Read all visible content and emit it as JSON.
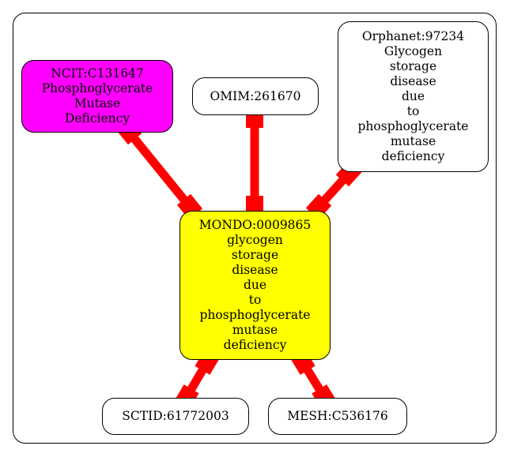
{
  "nodes": {
    "center": {
      "lines": [
        "MONDO:0009865",
        "glycogen",
        "storage",
        "disease",
        "due",
        "to",
        "phosphoglycerate",
        "mutase",
        "deficiency"
      ],
      "fill": "#ffff00"
    },
    "ncit": {
      "lines": [
        "NCIT:C131647",
        "Phosphoglycerate",
        "Mutase",
        "Deficiency"
      ],
      "fill": "#ff00ff"
    },
    "omim": {
      "lines": [
        "OMIM:261670"
      ],
      "fill": "#ffffff"
    },
    "orphanet": {
      "lines": [
        "Orphanet:97234",
        "Glycogen",
        "storage",
        "disease",
        "due",
        "to",
        "phosphoglycerate",
        "mutase",
        "deficiency"
      ],
      "fill": "#ffffff"
    },
    "sctid": {
      "lines": [
        "SCTID:61772003"
      ],
      "fill": "#ffffff"
    },
    "mesh": {
      "lines": [
        "MESH:C536176"
      ],
      "fill": "#ffffff"
    }
  },
  "edge_color": "#ff0000"
}
